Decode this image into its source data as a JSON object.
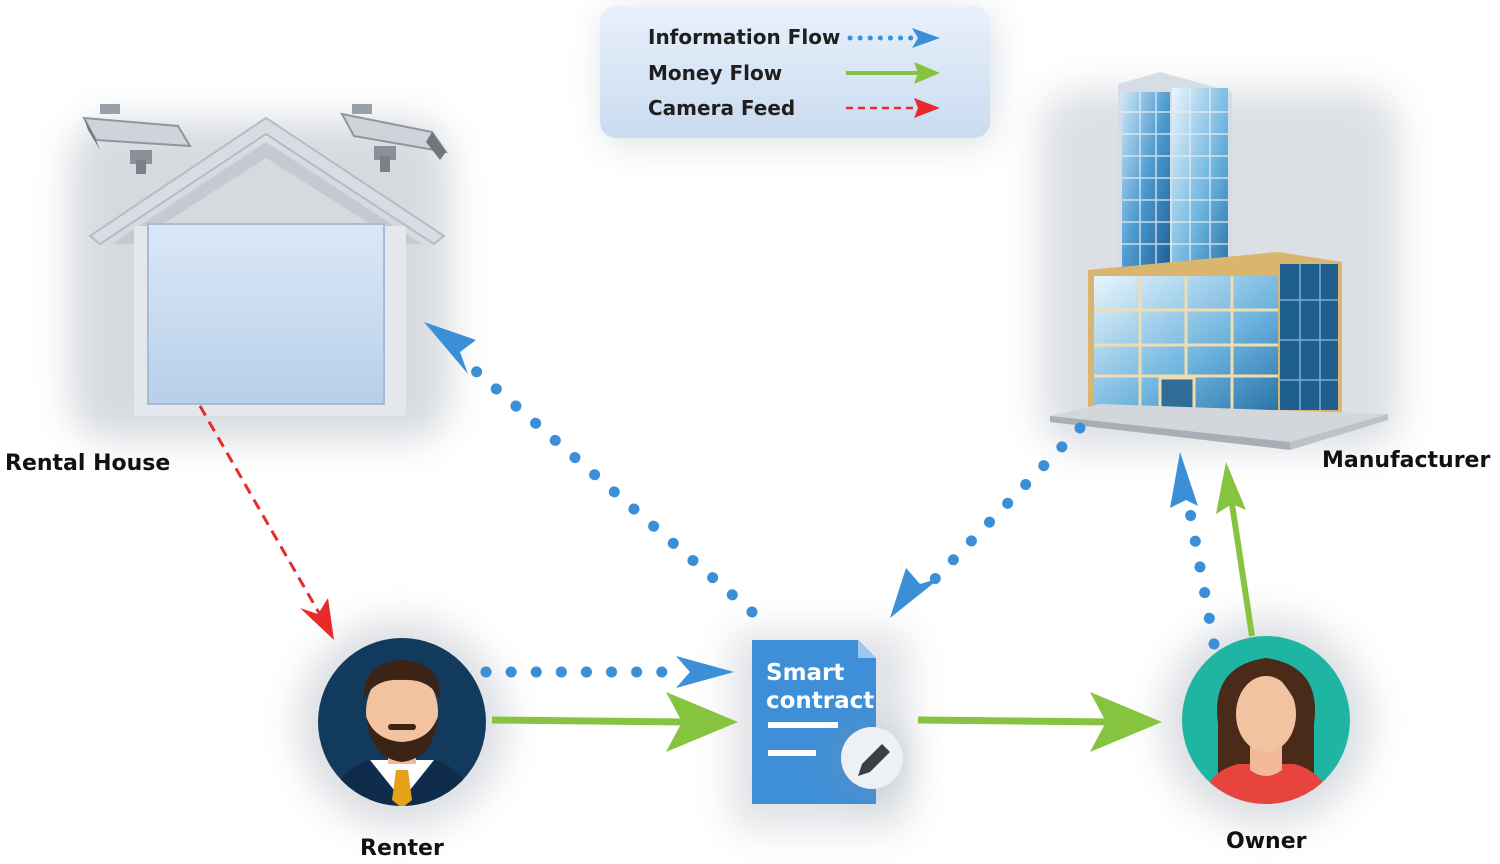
{
  "legend": {
    "items": [
      {
        "label": "Information Flow"
      },
      {
        "label": "Money Flow"
      },
      {
        "label": "Camera Feed"
      }
    ]
  },
  "nodes": {
    "rental_house": {
      "label": "Rental House"
    },
    "manufacturer": {
      "label": "Manufacturer"
    },
    "renter": {
      "label": "Renter"
    },
    "owner": {
      "label": "Owner"
    },
    "smart_contract": {
      "line1": "Smart",
      "line2": "contract"
    }
  },
  "colors": {
    "information_flow": "#3a8fd6",
    "money_flow": "#86c440",
    "camera_feed": "#e52b2b",
    "renter_bg": "#123a5c",
    "owner_bg": "#1fb5a3",
    "document": "#3f8fd8"
  },
  "edges": [
    {
      "from": "smart_contract",
      "to": "rental_house",
      "type": "information_flow"
    },
    {
      "from": "manufacturer",
      "to": "smart_contract",
      "type": "information_flow"
    },
    {
      "from": "renter",
      "to": "smart_contract",
      "type": "information_flow"
    },
    {
      "from": "owner",
      "to": "manufacturer",
      "type": "information_flow"
    },
    {
      "from": "renter",
      "to": "smart_contract",
      "type": "money_flow"
    },
    {
      "from": "smart_contract",
      "to": "owner",
      "type": "money_flow"
    },
    {
      "from": "owner",
      "to": "manufacturer",
      "type": "money_flow"
    },
    {
      "from": "rental_house",
      "to": "renter",
      "type": "camera_feed"
    }
  ]
}
